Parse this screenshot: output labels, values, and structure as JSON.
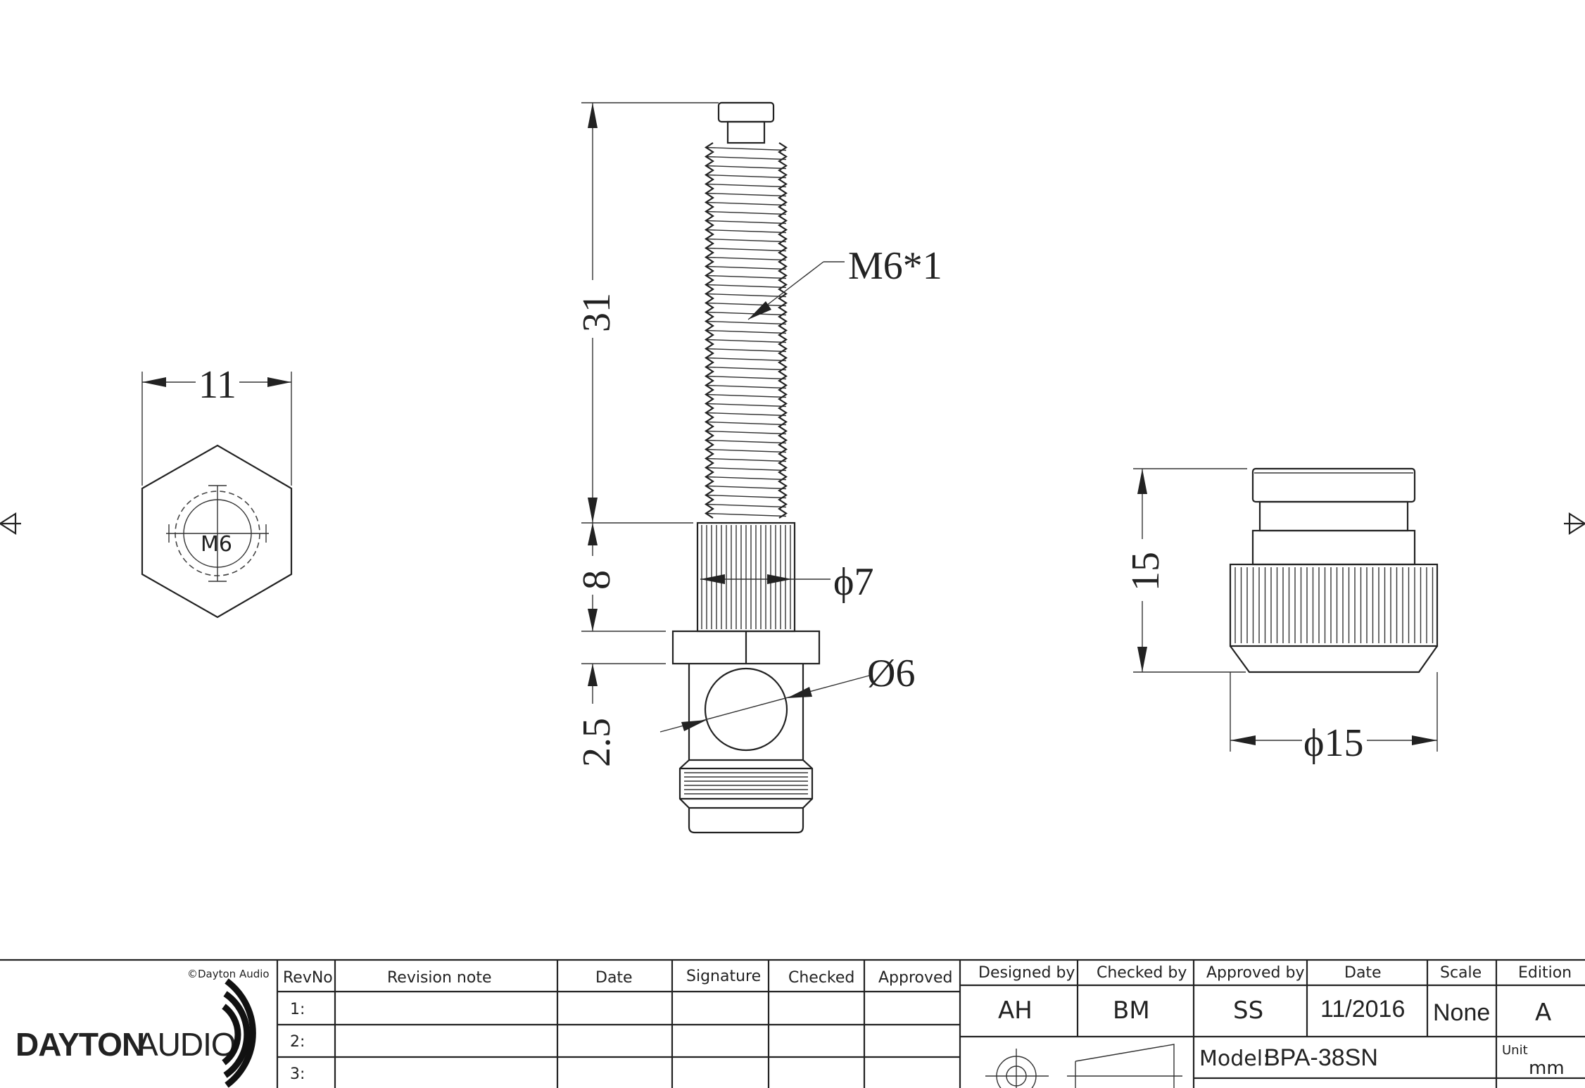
{
  "drawing": {
    "dims": {
      "hex_width": "11",
      "thread_length": "31",
      "knurl_length": "8",
      "gap": "2.5",
      "thread_spec": "M6*1",
      "knurl_diameter": "ϕ7",
      "hole_diameter": "Ø6",
      "cap_height": "15",
      "cap_diameter": "ϕ15",
      "hex_thread_label": "M6"
    }
  },
  "title_block": {
    "copyright": "©Dayton Audio",
    "logo_text": "DAYTONAUDIO",
    "logo_bold": "DAYTON",
    "logo_light": "AUDIO",
    "revision_headers": [
      "RevNo",
      "Revision note",
      "Date",
      "Signature",
      "Checked",
      "Approved"
    ],
    "rev_numbers": [
      "1:",
      "2:",
      "3:"
    ],
    "approval_headers": [
      "Designed by",
      "Checked by",
      "Approved by",
      "Date",
      "Scale",
      "Edition"
    ],
    "approval_values": [
      "AH",
      "BM",
      "SS",
      "11/2016",
      "None",
      "A"
    ],
    "model_label": "Model:",
    "model_value": "BPA-38SN",
    "unit_label": "Unit",
    "unit_value": "mm"
  }
}
